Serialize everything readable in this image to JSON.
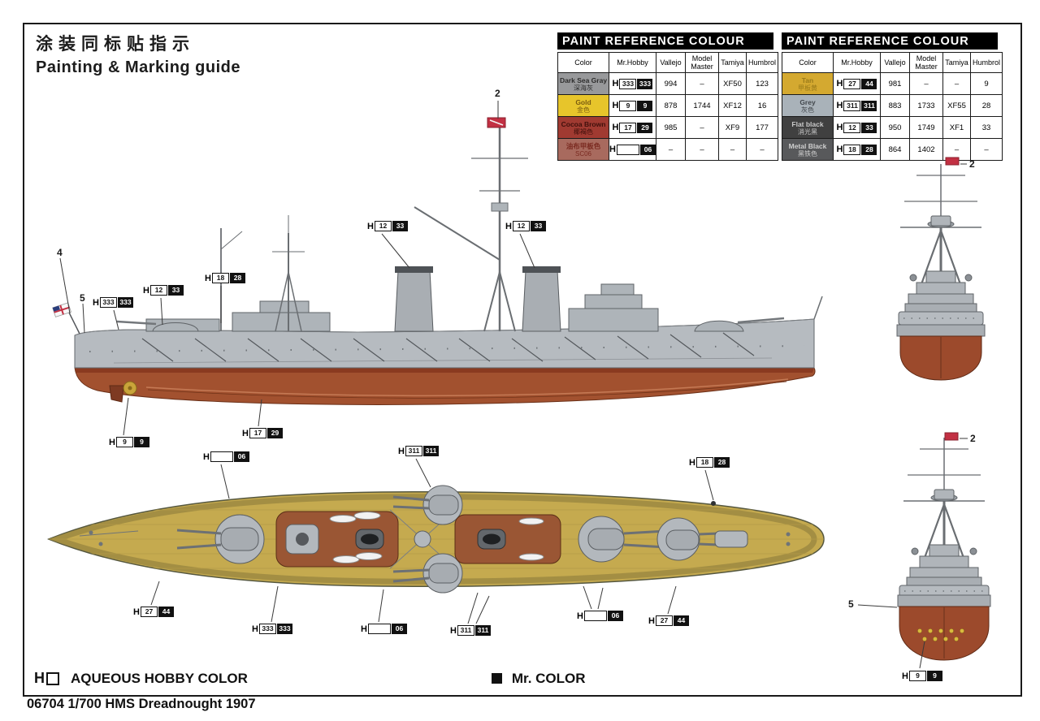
{
  "header": {
    "title_cn": "涂装同标贴指示",
    "title_en": "Painting & Marking guide"
  },
  "legend": {
    "h_prefix": "H",
    "aqueous_label": "AQUEOUS HOBBY COLOR",
    "mr_color_label": "Mr. COLOR"
  },
  "footer": {
    "kit_line": "06704 1/700 HMS Dreadnought 1907"
  },
  "paint_tables": [
    {
      "title": "PAINT  REFERENCE COLOUR",
      "columns": [
        "Color",
        "Mr.Hobby",
        "Vallejo",
        "Model Master",
        "Tamiya",
        "Humbrol"
      ],
      "rows": [
        {
          "name": "Dark Sea Gray",
          "cn": "深海灰",
          "swatch": "#98999b",
          "hobby_aqueous": "333",
          "hobby_mr": "333",
          "vallejo": "994",
          "model_master": "–",
          "tamiya": "XF50",
          "humbrol": "123"
        },
        {
          "name": "Gold",
          "cn": "金色",
          "swatch": "#e7c52b",
          "hobby_aqueous": "9",
          "hobby_mr": "9",
          "vallejo": "878",
          "model_master": "1744",
          "tamiya": "XF12",
          "humbrol": "16"
        },
        {
          "name": "Cocoa Brown",
          "cn": "椰褐色",
          "swatch": "#a03a31",
          "hobby_aqueous": "17",
          "hobby_mr": "29",
          "vallejo": "985",
          "model_master": "–",
          "tamiya": "XF9",
          "humbrol": "177"
        },
        {
          "name": "油布甲板色",
          "cn": "SC06",
          "swatch": "#a86a5e",
          "hobby_aqueous": "",
          "hobby_mr": "06",
          "vallejo": "–",
          "model_master": "–",
          "tamiya": "–",
          "humbrol": "–"
        }
      ]
    },
    {
      "title": "PAINT  REFERENCE COLOUR",
      "columns": [
        "Color",
        "Mr.Hobby",
        "Vallejo",
        "Model Master",
        "Tamiya",
        "Humbrol"
      ],
      "rows": [
        {
          "name": "Tan",
          "cn": "甲板黄",
          "swatch": "#d4a930",
          "hobby_aqueous": "27",
          "hobby_mr": "44",
          "vallejo": "981",
          "model_master": "–",
          "tamiya": "–",
          "humbrol": "9"
        },
        {
          "name": "Grey",
          "cn": "灰色",
          "swatch": "#a9b2b9",
          "hobby_aqueous": "311",
          "hobby_mr": "311",
          "vallejo": "883",
          "model_master": "1733",
          "tamiya": "XF55",
          "humbrol": "28"
        },
        {
          "name": "Flat black",
          "cn": "消光黑",
          "swatch": "#404040",
          "hobby_aqueous": "12",
          "hobby_mr": "33",
          "vallejo": "950",
          "model_master": "1749",
          "tamiya": "XF1",
          "humbrol": "33"
        },
        {
          "name": "Metal Black",
          "cn": "黑铁色",
          "swatch": "#58595b",
          "hobby_aqueous": "18",
          "hobby_mr": "28",
          "vallejo": "864",
          "model_master": "1402",
          "tamiya": "–",
          "humbrol": "–"
        }
      ]
    }
  ],
  "callouts": {
    "num2": "2",
    "num4": "4",
    "num5": "5",
    "h12": {
      "aqueous": "12",
      "mr": "33"
    },
    "h333": {
      "aqueous": "333",
      "mr": "333"
    },
    "h18": {
      "aqueous": "18",
      "mr": "28"
    },
    "h9": {
      "aqueous": "9",
      "mr": "9"
    },
    "h17": {
      "aqueous": "17",
      "mr": "29"
    },
    "h06": {
      "aqueous": "",
      "mr": "06"
    },
    "h311": {
      "aqueous": "311",
      "mr": "311"
    },
    "h27": {
      "aqueous": "27",
      "mr": "44"
    }
  },
  "colors": {
    "hull_red": "#a2512f",
    "superstructure_grey": "#b6bbc0",
    "deck_tan": "#c5aa4f",
    "cocoa_brown": "#9a5634",
    "flag_red": "#c23043",
    "gold": "#d9ba3e"
  }
}
